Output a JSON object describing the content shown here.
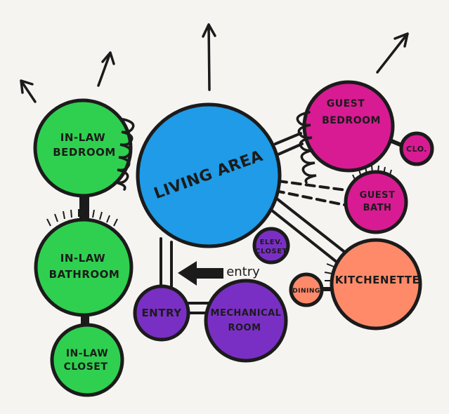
{
  "colors": {
    "green": "#2fd04f",
    "blue": "#1f9be8",
    "magenta": "#d81b93",
    "purple": "#7a2fc4",
    "orange": "#ff8a6a",
    "ink": "#1b1b1b",
    "paper": "#f6f4f1"
  },
  "rooms": {
    "living": "LIVING AREA",
    "inlaw_bedroom": [
      "IN-LAW",
      "BEDROOM"
    ],
    "inlaw_bathroom": [
      "IN-LAW",
      "BATHROOM"
    ],
    "inlaw_closet": [
      "IN-LAW",
      "CLOSET"
    ],
    "guest_bedroom": [
      "GUEST",
      "BEDROOM"
    ],
    "closet_small": "CLO.",
    "guest_bath": [
      "GUEST",
      "BATH"
    ],
    "elev_closet": [
      "ELEV.",
      "CLOSET"
    ],
    "kitchenette": "KITCHENETTE",
    "dining": "DINING",
    "entry": "ENTRY",
    "mechanical": [
      "MECHANICAL",
      "ROOM"
    ]
  },
  "annotations": {
    "entry_arrow": "entry"
  }
}
